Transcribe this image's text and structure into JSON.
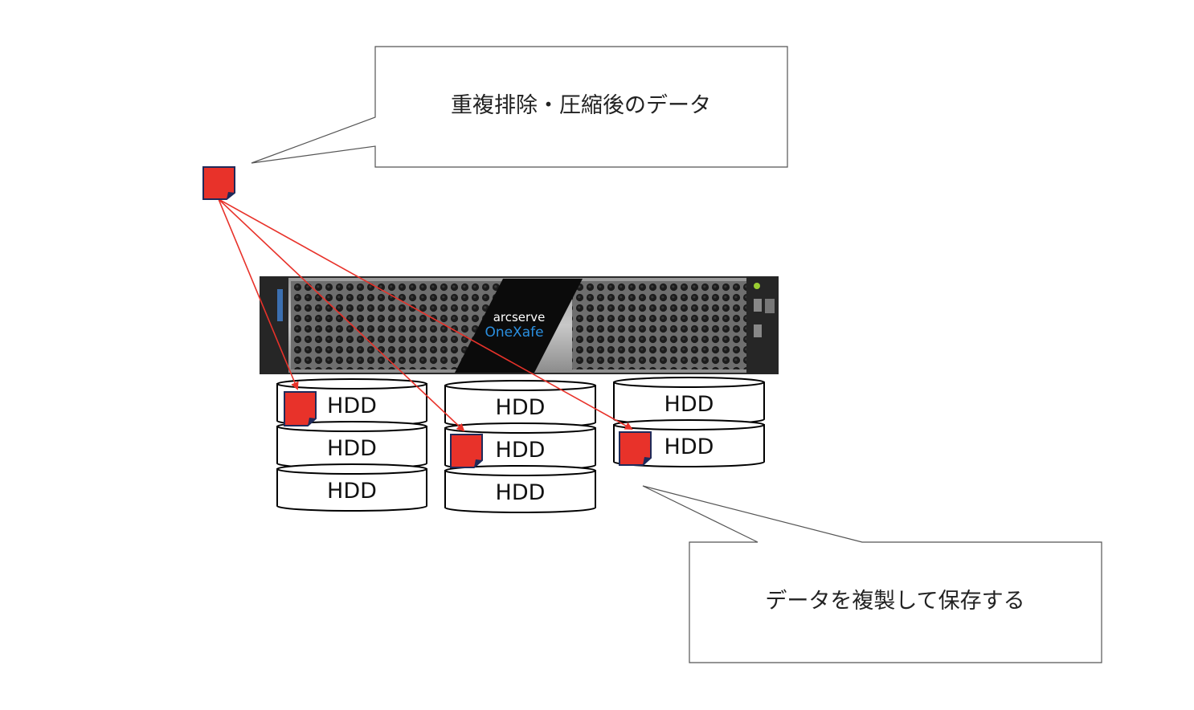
{
  "callouts": {
    "top": "重複排除・圧縮後のデータ",
    "bottom": "データを複製して保存する"
  },
  "server": {
    "brand_line1": "arcserve",
    "brand_line2": "OneXafe"
  },
  "disk_label": "HDD",
  "disk_columns": [
    [
      "HDD",
      "HDD",
      "HDD"
    ],
    [
      "HDD",
      "HDD",
      "HDD"
    ],
    [
      "HDD",
      "HDD"
    ]
  ],
  "colors": {
    "data_block": "#e8322a",
    "data_block_border": "#1f2a5a",
    "arrow": "#e8322a"
  }
}
